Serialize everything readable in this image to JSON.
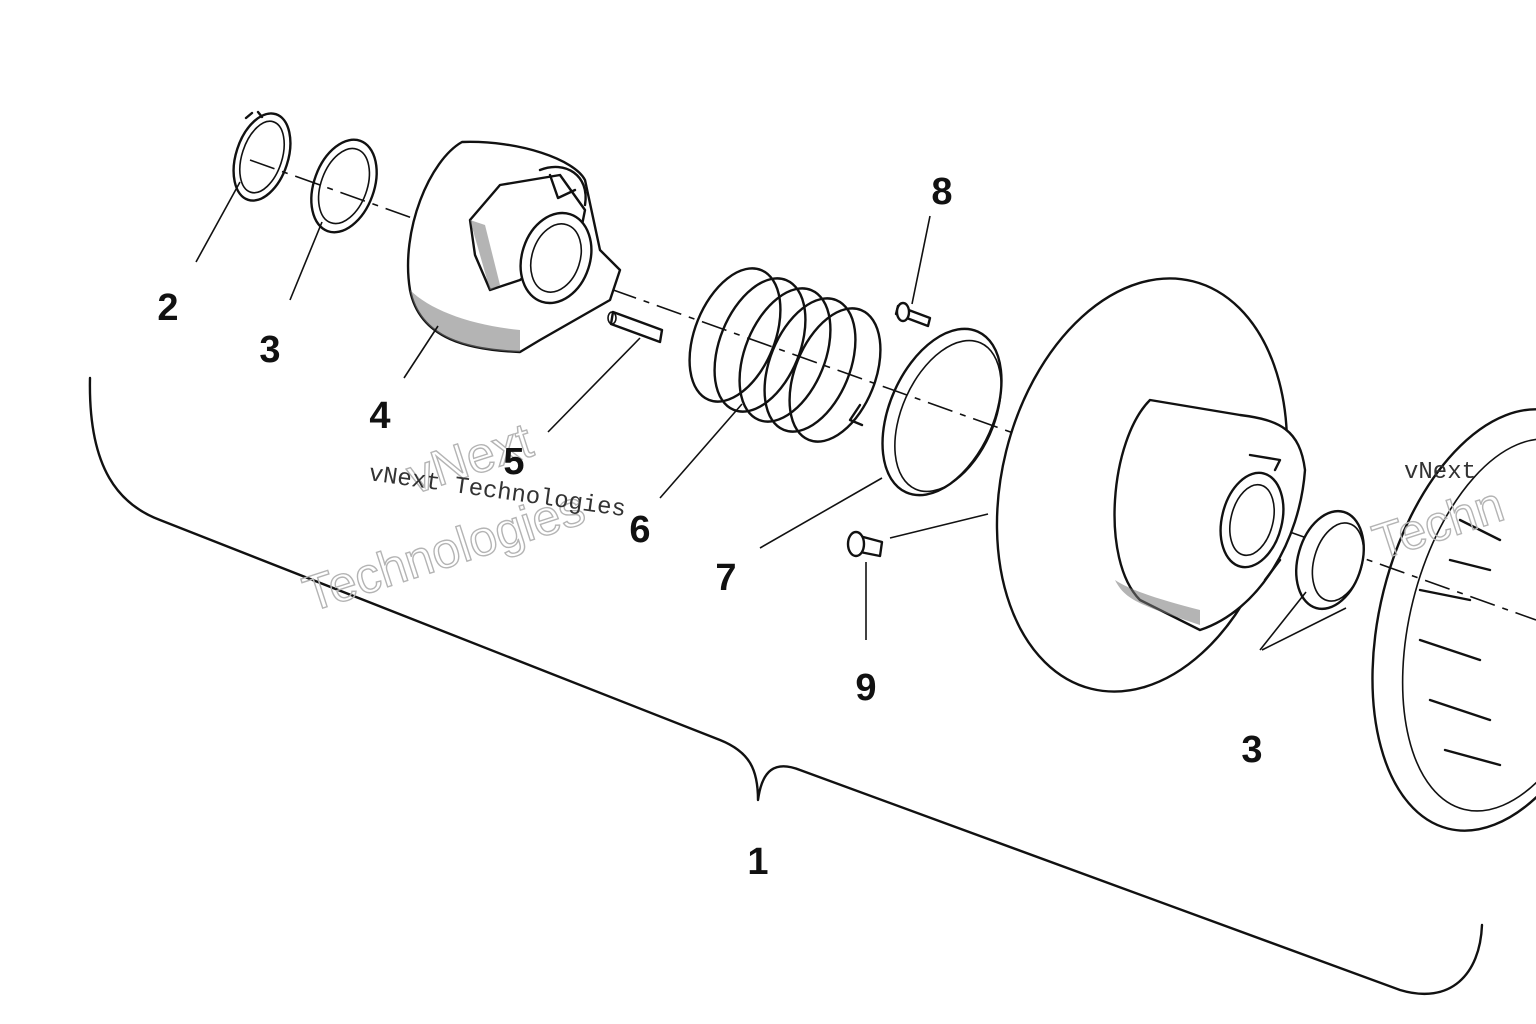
{
  "callouts": {
    "assembly": "1",
    "snap_ring": "2",
    "washer_left": "3",
    "cam": "4",
    "key": "5",
    "spring": "6",
    "spring_cup": "7",
    "screw": "8",
    "bushing": "9",
    "washer_right": "3"
  },
  "watermarks": {
    "main_word_1": "vNext",
    "main_word_2": "Technologies",
    "small_line": "vNext Technologies",
    "right_fragment_1": "vNext",
    "right_fragment_2": "Techn"
  }
}
